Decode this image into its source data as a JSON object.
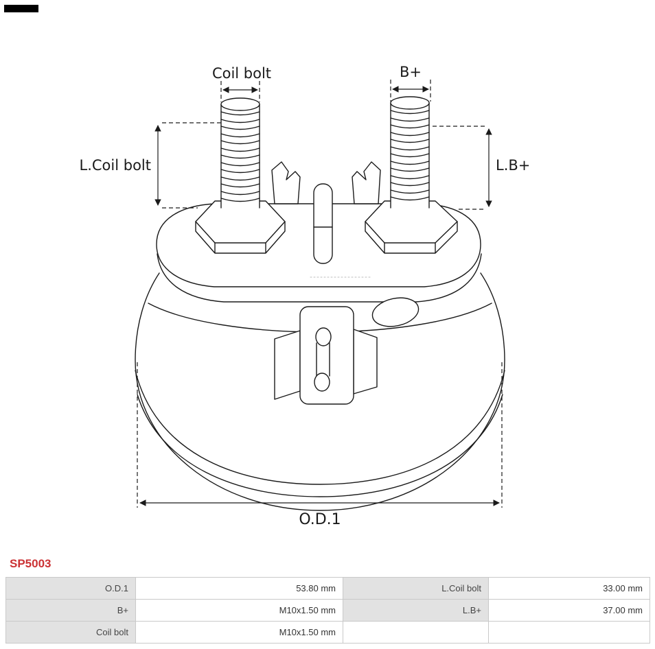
{
  "colors": {
    "accent_red": "#cb3234",
    "line": "#1a1a1a",
    "table_label_bg": "#e2e2e2",
    "table_border": "#c9c9c9"
  },
  "part": {
    "number": "SP5003"
  },
  "diagram": {
    "labels": {
      "coil_bolt": "Coil bolt",
      "b_plus": "B+",
      "l_coil_bolt": "L.Coil bolt",
      "l_b_plus": "L.B+",
      "od1": "O.D.1"
    }
  },
  "table": {
    "rows": [
      {
        "cells": [
          "O.D.1",
          "53.80 mm",
          "L.Coil bolt",
          "33.00 mm"
        ]
      },
      {
        "cells": [
          "B+",
          "M10x1.50 mm",
          "L.B+",
          "37.00 mm"
        ]
      },
      {
        "cells": [
          "Coil bolt",
          "M10x1.50 mm",
          "",
          ""
        ]
      }
    ]
  }
}
